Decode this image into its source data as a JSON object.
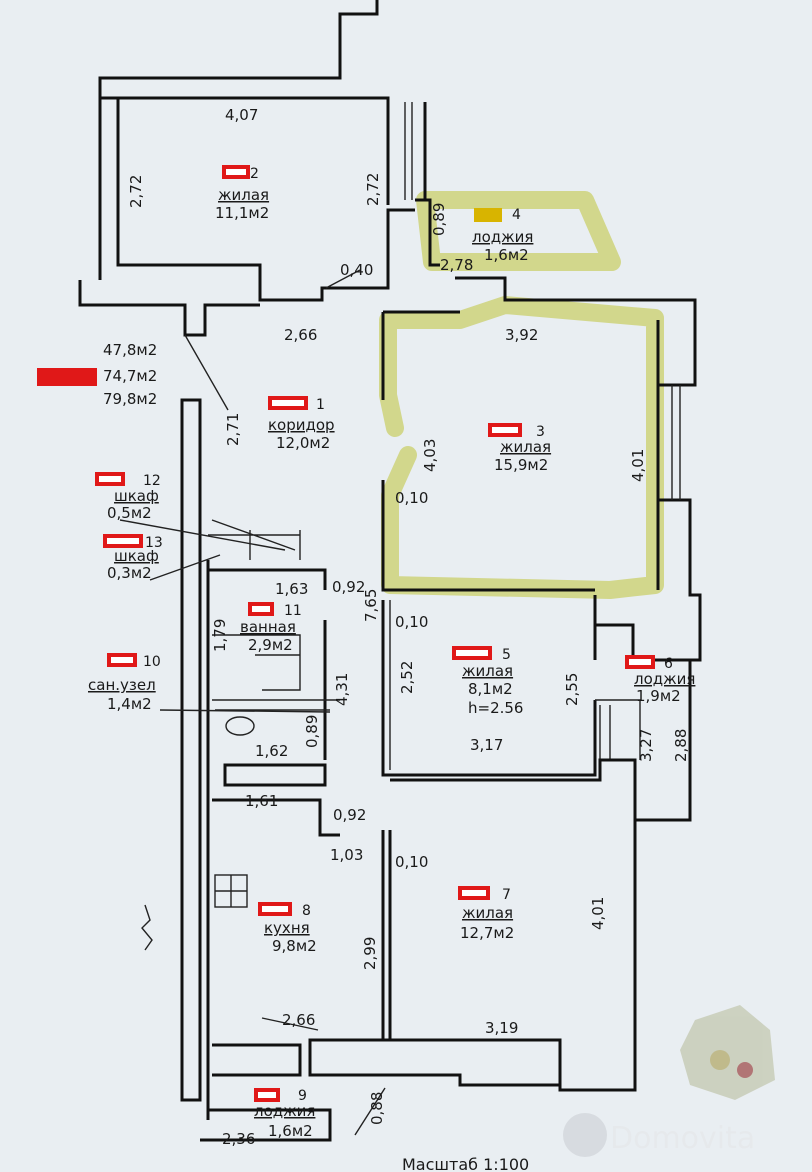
{
  "scale_label": "Масштаб 1:100",
  "watermark": "Domovita",
  "areas": {
    "living": "47,8м2",
    "total_no_balcony": "74,7м2",
    "total": "79,8м2"
  },
  "rooms": [
    {
      "id": "room-2",
      "num": "2",
      "name": "жилая",
      "area": "11,1м2"
    },
    {
      "id": "room-4",
      "num": "4",
      "name": "лоджия",
      "area": "1,6м2"
    },
    {
      "id": "room-1",
      "num": "1",
      "name": "коридор",
      "area": "12,0м2"
    },
    {
      "id": "room-3",
      "num": "3",
      "name": "жилая",
      "area": "15,9м2"
    },
    {
      "id": "room-12",
      "num": "12",
      "name": "шкаф",
      "area": "0,5м2"
    },
    {
      "id": "room-13",
      "num": "13",
      "name": "шкаф",
      "area": "0,3м2"
    },
    {
      "id": "room-11",
      "num": "11",
      "name": "ванная",
      "area": "2,9м2"
    },
    {
      "id": "room-10",
      "num": "10",
      "name": "сан.узел",
      "area": "1,4м2"
    },
    {
      "id": "room-5",
      "num": "5",
      "name": "жилая",
      "area": "8,1м2",
      "extra": "h=2.56"
    },
    {
      "id": "room-6",
      "num": "6",
      "name": "лоджия",
      "area": "1,9м2"
    },
    {
      "id": "room-8",
      "num": "8",
      "name": "кухня",
      "area": "9,8м2"
    },
    {
      "id": "room-7",
      "num": "7",
      "name": "жилая",
      "area": "12,7м2"
    },
    {
      "id": "room-9",
      "num": "9",
      "name": "лоджия",
      "area": "1,6м2"
    }
  ],
  "dims": [
    "4,07",
    "2,72",
    "2,72",
    "0,89",
    "2,78",
    "0,40",
    "2,66",
    "3,92",
    "2,71",
    "4,03",
    "4,01",
    "0,10",
    "1,63",
    "0,92",
    "7,65",
    "0,10",
    "1,79",
    "2,52",
    "2,55",
    "4,31",
    "0,89",
    "3,27",
    "2,88",
    "3,17",
    "1,62",
    "1,61",
    "0,92",
    "1,03",
    "0,10",
    "4,01",
    "2,99",
    "2,66",
    "3,19",
    "0,88",
    "2,36"
  ]
}
